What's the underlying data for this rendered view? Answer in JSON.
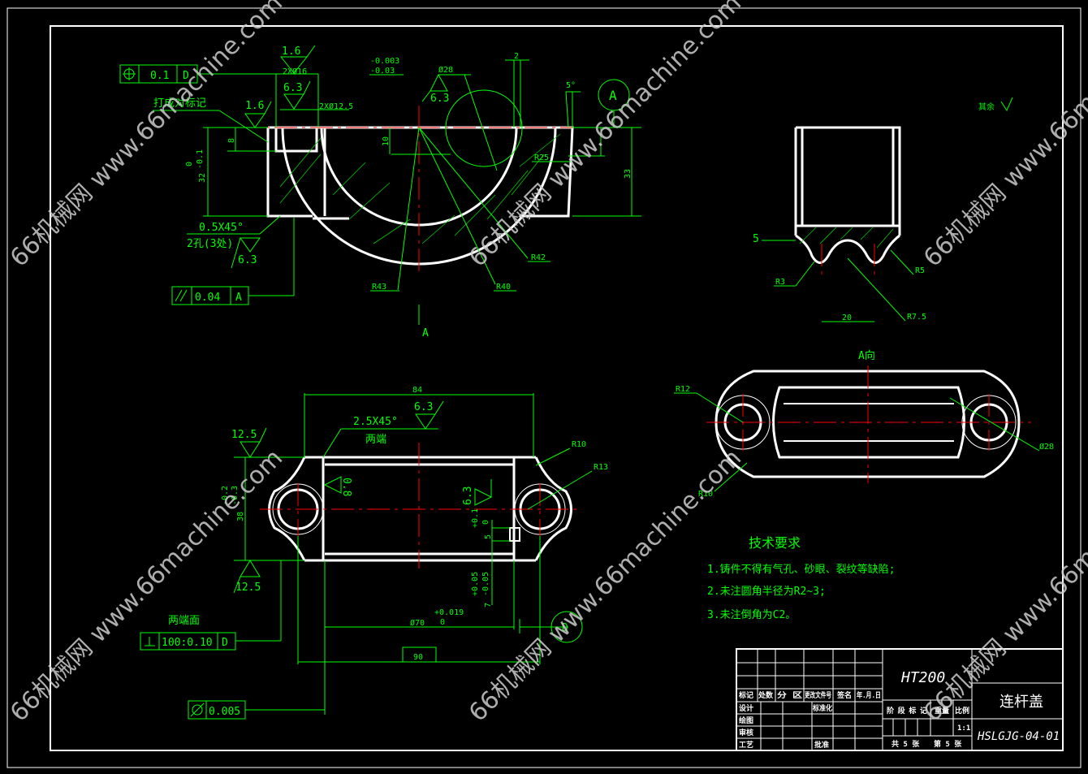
{
  "front_view": {
    "position_tol": "0.1",
    "datum_d": "D",
    "rough_16a": "1.6",
    "hole_16": "2XØ16",
    "rough_63a": "6.3",
    "hole_125": "2XØ12.5",
    "pair_mark": "打成对标记",
    "rough_16b": "1.6",
    "dim_8": "8",
    "dim_32": "32",
    "tol_32_up": "0",
    "tol_32_low": "-0.1",
    "chamfer": "0.5X45°",
    "holes_note": "2孔(3处)",
    "rough_63b": "6.3",
    "parallel_tol": "0.04",
    "parallel_datum": "A",
    "tol_up": "-0.003",
    "tol_low": "-0.03",
    "dia_28": "Ø28",
    "rough_63c": "6.3",
    "dim_2": "2",
    "angle_5": "5°",
    "datum_a": "A",
    "dim_10": "10",
    "r25": "R25",
    "dim_33": "33",
    "r42": "R42",
    "r43": "R43",
    "r40": "R40",
    "view_arrow": "A",
    "other_rough": "其余"
  },
  "side_view": {
    "dim_5": "5",
    "r3": "R3",
    "r5": "R5",
    "r75": "R7.5",
    "dim_20": "20"
  },
  "a_view": {
    "title": "A向",
    "r12": "R12",
    "r10": "R10",
    "dia_28": "Ø28"
  },
  "top_view": {
    "dim_84": "84",
    "rough_63": "6.3",
    "chamfer": "2.5X45°",
    "both_ends": "两端",
    "r10": "R10",
    "r13": "R13",
    "rough_125a": "12.5",
    "rough_125b": "12.5",
    "dim_38": "38",
    "tol_38_up": "-0.2",
    "tol_38_low": "-0.3",
    "rough_08": "0.8",
    "rough_63b": "6.3",
    "dim_5": "5",
    "tol_5_up": "+0.1",
    "tol_5_low": "0",
    "dim_7": "7",
    "tol_7_up": "+0.05",
    "tol_7_low": "-0.05",
    "dia_70": "Ø70",
    "tol_70_up": "+0.019",
    "tol_70_low": "0",
    "dim_90": "90",
    "end_faces": "两端面",
    "perp_tol": "100:0.10",
    "perp_datum": "D",
    "cyl_tol": "0.005",
    "datum_d": "D"
  },
  "tech_requirements": {
    "title": "技术要求",
    "items": [
      "1.铸件不得有气孔、砂眼、裂纹等缺陷;",
      "2.未注圆角半径为R2~3;",
      "3.未注倒角为C2。"
    ]
  },
  "title_block": {
    "material": "HT200",
    "part_name": "连杆盖",
    "drawing_no": "HSLGJG-04-01",
    "headers": [
      "标记",
      "处数",
      "分 区",
      "更改文件号",
      "签名",
      "年.月.日"
    ],
    "rows": [
      "设计",
      "绘图",
      "审核",
      "工艺"
    ],
    "standardize": "标准化",
    "approve": "批准",
    "stage_mark": "阶段标记",
    "weight": "重量",
    "scale": "比例",
    "scale_value": "1:1",
    "total_sheets": "共 5 张",
    "sheet_no": "第 5 张"
  },
  "watermark": "66机械网 www.66machine.com"
}
